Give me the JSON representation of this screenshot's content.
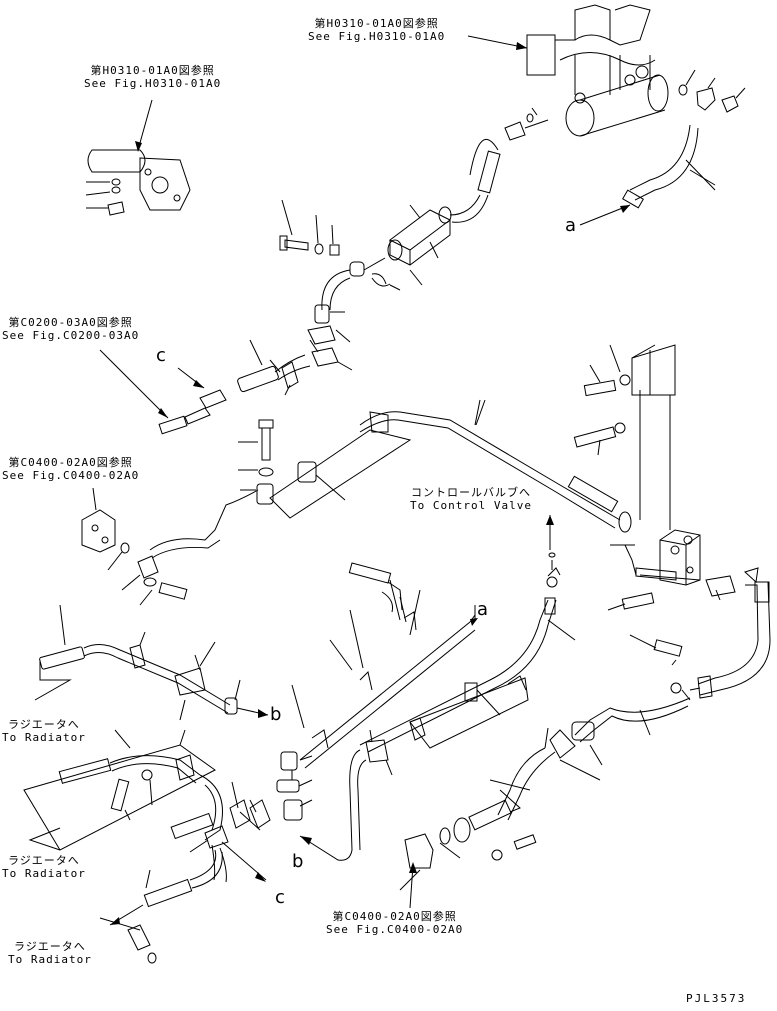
{
  "references": {
    "h0310_top": {
      "jp": "第H0310-01A0図参照",
      "en": "See Fig.H0310-01A0"
    },
    "h0310_left": {
      "jp": "第H0310-01A0図参照",
      "en": "See Fig.H0310-01A0"
    },
    "c0200": {
      "jp": "第C0200-03A0図参照",
      "en": "See Fig.C0200-03A0"
    },
    "c0400_left": {
      "jp": "第C0400-02A0図参照",
      "en": "See Fig.C0400-02A0"
    },
    "c0400_bottom": {
      "jp": "第C0400-02A0図参照",
      "en": "See Fig.C0400-02A0"
    }
  },
  "destinations": {
    "control_valve": {
      "jp": "コントロールバルブへ",
      "en": "To Control Valve"
    },
    "radiator_1": {
      "jp": "ラジエータへ",
      "en": "To Radiator"
    },
    "radiator_2": {
      "jp": "ラジエータへ",
      "en": "To Radiator"
    },
    "radiator_3": {
      "jp": "ラジエータへ",
      "en": "To Radiator"
    }
  },
  "connectors": {
    "a_top": "a",
    "a_mid": "a",
    "b_mid": "b",
    "b_low": "b",
    "c_upper": "c",
    "c_lower": "c"
  },
  "drawing_code": "PJL3573"
}
